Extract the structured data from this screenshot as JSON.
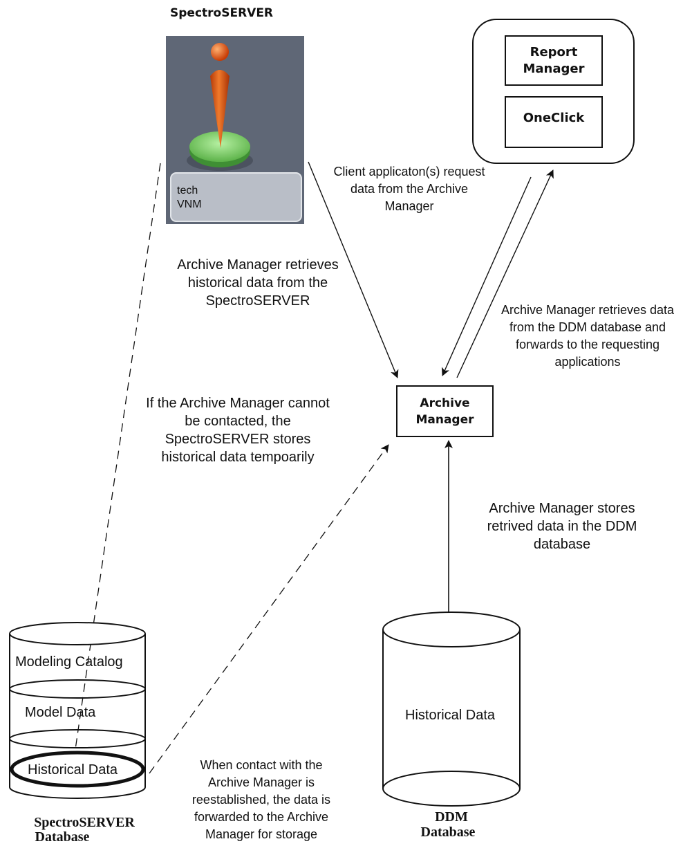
{
  "server": {
    "title": "SpectroSERVER",
    "panel_line1": "tech",
    "panel_line2": "VNM"
  },
  "clients": {
    "report_manager": "Report Manager",
    "oneclick": "OneClick"
  },
  "archive_manager": {
    "label": "Archive Manager"
  },
  "annotations": {
    "client_request": "Client applicaton(s) request data from the Archive Manager",
    "am_retrieves": "Archive Manager retrieves historical data from the SpectroSERVER",
    "am_forwards": "Archive Manager retrieves data from the DDM database and forwards to the requesting applications",
    "cannot_contact": "If the Archive Manager cannot be contacted, the SpectroSERVER stores historical data tempoarily",
    "am_stores": "Archive Manager stores retrived data in the DDM database",
    "reestablished": "When contact with the Archive Manager is reestablished, the data is forwarded to the Archive Manager for storage"
  },
  "ss_db": {
    "layer1": "Modeling Catalog",
    "layer2": "Model Data",
    "layer3": "Historical Data",
    "caption_line1": "SpectroSERVER",
    "caption_line2": "Database"
  },
  "ddm_db": {
    "content": "Historical Data",
    "caption_line1": "DDM",
    "caption_line2": "Database"
  },
  "colors": {
    "server_bg": "#5f6776",
    "server_panel": "#b9bec7",
    "pin": "#d8470c",
    "disc": "#7fcf6a"
  }
}
